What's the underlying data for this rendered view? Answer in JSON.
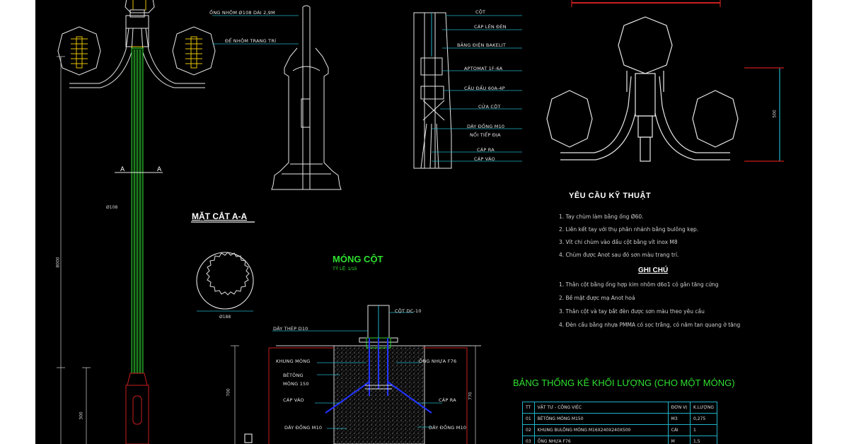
{
  "pole_labels": {
    "ong_nhom": "ỐNG NHÔM Ø108 DÀI 2,9M",
    "de_nhom": "ĐẾ NHÔM TRANG TRÍ",
    "cot": "CỘT",
    "cap_len_den": "CÁP LÊN ĐÈN",
    "bang_dien": "BẢNG ĐIỆN BAKELIT",
    "aptomat": "APTOMAT 1F-6A",
    "cau_dau": "CẦU ĐẤU 60A-4P",
    "cua_cot": "CỬA CỘT",
    "day_dong_m10_a": "DÂY ĐỒNG M10",
    "noi_tiep_dia": "NỐI TIẾP ĐỊA",
    "cap_ra": "CÁP RA",
    "cap_vao": "CÁP VÀO"
  },
  "section": {
    "title": "MẶT CẮT A-A",
    "marker_left": "A",
    "marker_right": "A",
    "diameter": "Ø188",
    "pole_dia": "Ø108",
    "pole_height": "8000"
  },
  "foundation": {
    "title": "MÓNG CỘT",
    "scale": "TỶ LỆ: 1/15",
    "cot_dc": "CỘT DC-10",
    "day_thep": "DÂY THÉP D10",
    "khung_mong": "KHUNG MÓNG",
    "be_tong": "BÊTÔNG",
    "mong": "MÓNG 150",
    "cap_vao": "CÁP VÀO",
    "day_dong": "DÂY ĐỒNG M10",
    "ong_nhua": "ỐNG NHỰA F76",
    "cap_ra": "CÁP RA",
    "day_dong_r": "DÂY ĐỒNG M10",
    "dim_left": "700",
    "dim_right": "770"
  },
  "requirements": {
    "title": "YÊU CẦU KỸ THUẬT",
    "items": [
      "1. Tay chùm làm bằng ống Ø60.",
      "2. Liên kết tay với thụ phân nhánh bằng bulông kẹp.",
      "3. Vít chi chùm vào đầu cột bằng vít inox M8",
      "4. Chùm được Anot sau đó sơn màu trang trí."
    ]
  },
  "notes": {
    "title": "GHI CHÚ",
    "items": [
      "1. Thân cột bằng ống hợp kim nhôm d6o1 có gân tăng cứng",
      "2. Bề mặt được mạ Anot hoá",
      "3. Thân cột và tay bắt đèn được sơn màu theo yêu cầu",
      "4. Đèn cầu bằng nhựa PMMA có sọc trắng, có năm tan quang ở tăng"
    ]
  },
  "bom": {
    "title": "BẢNG THỐNG KÊ KHỐI LƯỢNG (CHO MỘT MÓNG)",
    "headers": [
      "TT",
      "VẬT TƯ - CÔNG VIỆC",
      "ĐƠN VỊ",
      "K.LƯỢNG"
    ],
    "rows": [
      [
        "01",
        "BÊTÔNG MÓNG M150",
        "M3",
        "0,275"
      ],
      [
        "02",
        "KHUNG BULÔNG MÓNG M16X240X240X500",
        "CÁI",
        "1"
      ],
      [
        "03",
        "ỐNG NHỰA F76",
        "M",
        "1,5"
      ]
    ]
  },
  "dims": {
    "top_lamp": "500",
    "base": "300"
  },
  "colors": {
    "background": "#000000",
    "pole_green": "#2fd12f",
    "accent_cyan": "#1fb3c7",
    "base_red": "#c81e1e",
    "coil_yellow": "#e6c200",
    "rebar_blue": "#2233ff"
  }
}
